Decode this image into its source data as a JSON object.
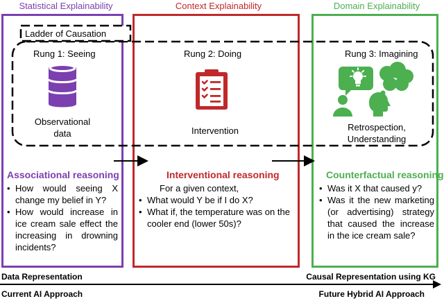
{
  "columns": [
    {
      "title": "Statistical Explainability",
      "color": "#7b3fb0"
    },
    {
      "title": "Context Explainability",
      "color": "#c0282a"
    },
    {
      "title": "Domain Explainability",
      "color": "#4caf50"
    }
  ],
  "ladder_label": "Ladder of Causation",
  "rungs": [
    {
      "title": "Rung 1: Seeing",
      "caption_line1": "Observational",
      "caption_line2": "data",
      "icon": "database-icon",
      "icon_color": "#7b3fb0"
    },
    {
      "title": "Rung 2: Doing",
      "caption": "Intervention",
      "icon": "clipboard-checklist-icon",
      "icon_color": "#c0282a"
    },
    {
      "title": "Rung 3: Imagining",
      "caption_line1": "Retrospection,",
      "caption_line2": "Understanding",
      "icon": "people-thought-bubbles-icon",
      "icon_color": "#4caf50"
    }
  ],
  "reasoning": [
    {
      "title": "Associational reasoning",
      "color": "#7b3fb0",
      "items": [
        "How would seeing X change my belief in Y?",
        "How would increase in ice cream sale effect the increasing in drowning incidents?"
      ]
    },
    {
      "title": "Interventional reasoning",
      "color": "#c0282a",
      "intro": "For a given context,",
      "items": [
        "What would Y be if I do X?",
        "What if, the temperature was on the cooler end (lower 50s)?"
      ]
    },
    {
      "title": "Counterfactual reasoning",
      "color": "#4caf50",
      "items": [
        "Was it X that caused y?",
        "Was it the new marketing (or advertising) strategy that caused the increase in the ice cream sale?"
      ]
    }
  ],
  "bottom": {
    "left_top": "Data Representation",
    "right_top": "Causal Representation using KG",
    "left_bottom": "Current AI Approach",
    "right_bottom": "Future Hybrid AI Approach"
  }
}
